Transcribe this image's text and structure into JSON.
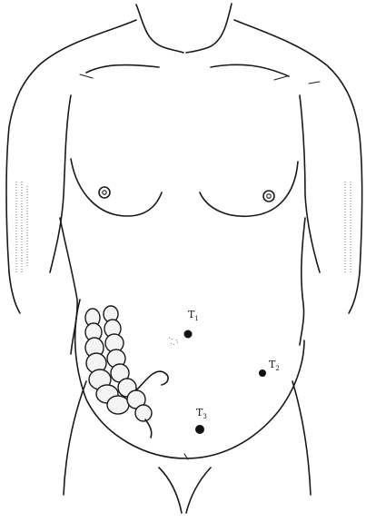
{
  "figure": {
    "labels": [
      {
        "id": "t1",
        "text": "T",
        "sub": "1"
      },
      {
        "id": "t2",
        "text": "T",
        "sub": "2"
      },
      {
        "id": "t3",
        "text": "T",
        "sub": "3"
      }
    ],
    "colors": {
      "ink": "#1a1a1a",
      "background": "#ffffff"
    }
  }
}
